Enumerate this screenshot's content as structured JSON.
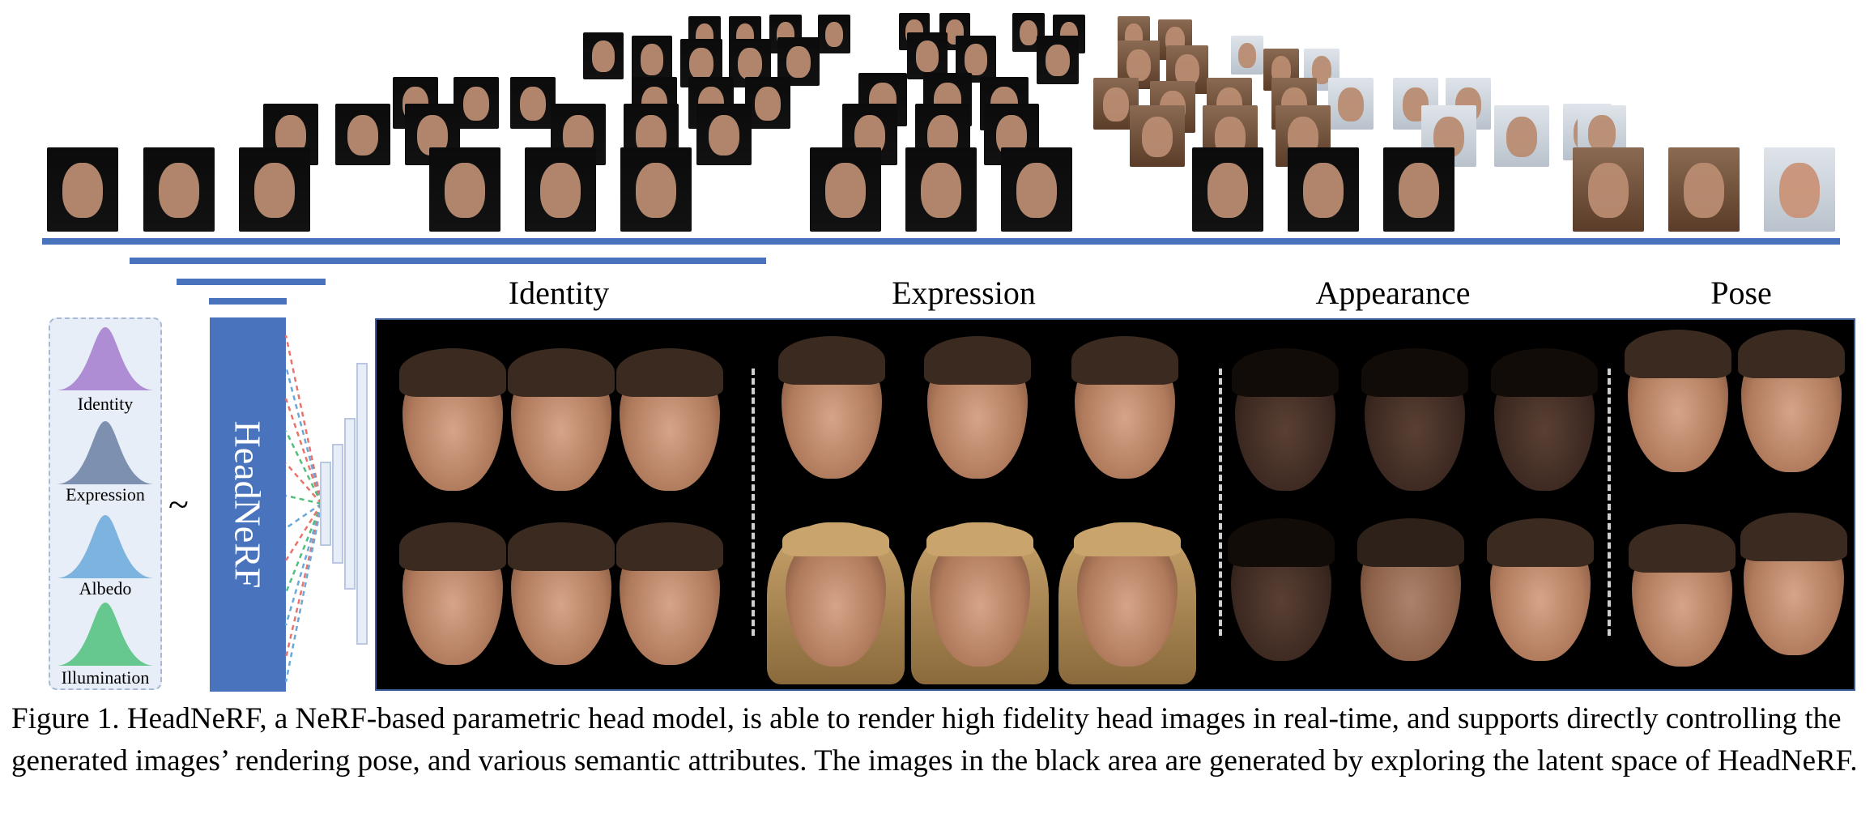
{
  "section_labels": {
    "identity": "Identity",
    "expression": "Expression",
    "appearance": "Appearance",
    "pose": "Pose"
  },
  "distributions": [
    {
      "name": "Identity",
      "color": "#a57bcf"
    },
    {
      "name": "Expression",
      "color": "#6a7fa3"
    },
    {
      "name": "Albedo",
      "color": "#6aa8da"
    },
    {
      "name": "Illumination",
      "color": "#4fbf7c"
    }
  ],
  "tilde": "~",
  "model_name": "HeadNeRF",
  "caption": "Figure 1. HeadNeRF, a NeRF-based parametric head model, is able to render high fidelity head images in real-time, and supports directly controlling the generated images’ rendering pose, and various semantic attributes. The images in the black area are generated by exploring the latent space of HeadNeRF.",
  "colors": {
    "bar_blue": "#4a73be",
    "panel_border": "#3c5d9c",
    "dist_box_bg": "#e8eef7"
  }
}
